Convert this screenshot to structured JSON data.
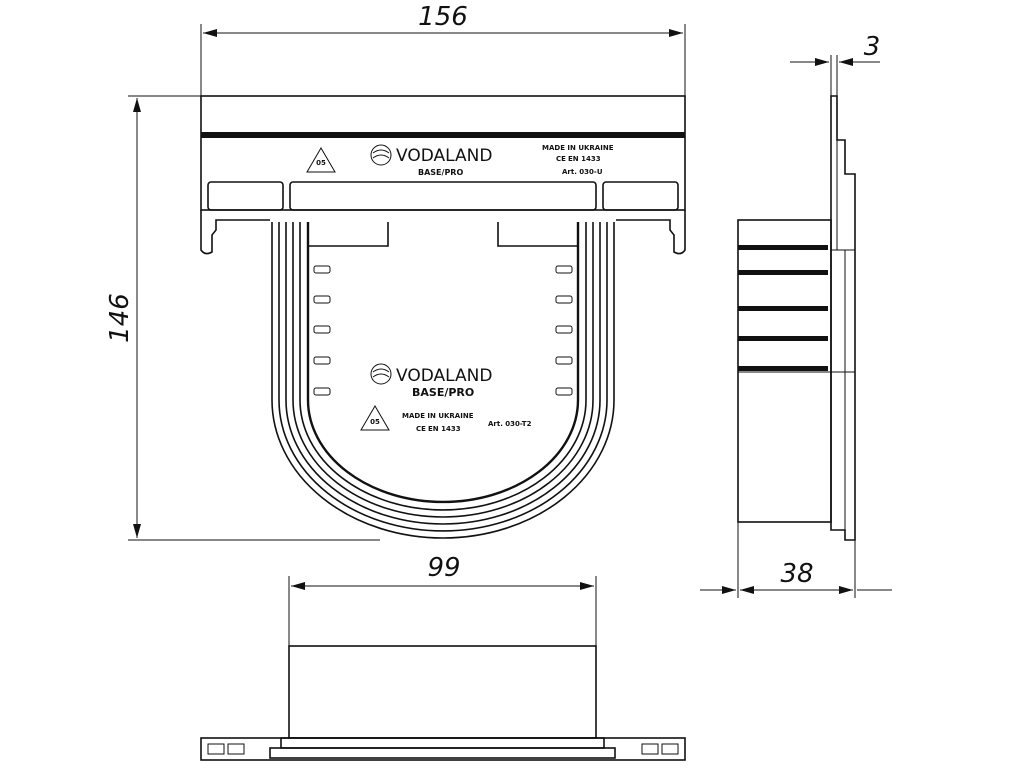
{
  "dimensions": {
    "width_top": "156",
    "height_left": "146",
    "thickness_right": "3",
    "depth_right": "38",
    "width_bottom": "99"
  },
  "labels": {
    "brand": "VODALAND",
    "model_small": "BASE/PRO",
    "model_large": "BASE/PRO",
    "made_in": "MADE IN UKRAINE",
    "standard": "EN 1433",
    "ce_mark": "CE",
    "art_top": "Art. 030-U",
    "art_body": "Art. 030-T2",
    "recycle_code": "05"
  }
}
